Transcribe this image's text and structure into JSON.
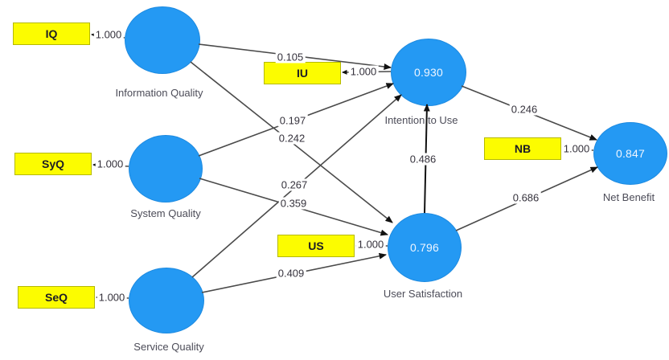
{
  "diagram_type": "PLS-SEM path model",
  "colors": {
    "construct_fill": "#2499F3",
    "indicator_fill": "#FCFC00",
    "indicator_border": "#B5B900",
    "edge": "#4A4A4A",
    "r_squared_text": "#EEF5FF"
  },
  "constructs": [
    {
      "key": "IQ",
      "name": "Information Quality",
      "r_squared": ""
    },
    {
      "key": "SyQ",
      "name": "System Quality",
      "r_squared": ""
    },
    {
      "key": "SeQ",
      "name": "Service Quality",
      "r_squared": ""
    },
    {
      "key": "IU",
      "name": "Intention to Use",
      "r_squared": "0.930"
    },
    {
      "key": "US",
      "name": "User Satisfaction",
      "r_squared": "0.796"
    },
    {
      "key": "NB",
      "name": "Net Benefit",
      "r_squared": "0.847"
    }
  ],
  "indicators": [
    {
      "code": "IQ",
      "construct": "Information Quality",
      "loading": "1.000"
    },
    {
      "code": "SyQ",
      "construct": "System Quality",
      "loading": "1.000"
    },
    {
      "code": "SeQ",
      "construct": "Service Quality",
      "loading": "1.000"
    },
    {
      "code": "IU",
      "construct": "Intention to Use",
      "loading": "1.000"
    },
    {
      "code": "US",
      "construct": "User Satisfaction",
      "loading": "1.000"
    },
    {
      "code": "NB",
      "construct": "Net Benefit",
      "loading": "1.000"
    }
  ],
  "paths": [
    {
      "from": "Information Quality",
      "to": "Intention to Use",
      "coefficient": "0.105"
    },
    {
      "from": "Information Quality",
      "to": "User Satisfaction",
      "coefficient": "0.242"
    },
    {
      "from": "System Quality",
      "to": "Intention to Use",
      "coefficient": "0.197"
    },
    {
      "from": "System Quality",
      "to": "User Satisfaction",
      "coefficient": "0.359"
    },
    {
      "from": "Service Quality",
      "to": "Intention to Use",
      "coefficient": "0.267"
    },
    {
      "from": "Service Quality",
      "to": "User Satisfaction",
      "coefficient": "0.409"
    },
    {
      "from": "User Satisfaction",
      "to": "Intention to Use",
      "coefficient": "0.486"
    },
    {
      "from": "Intention to Use",
      "to": "Net Benefit",
      "coefficient": "0.246"
    },
    {
      "from": "User Satisfaction",
      "to": "Net Benefit",
      "coefficient": "0.686"
    }
  ]
}
